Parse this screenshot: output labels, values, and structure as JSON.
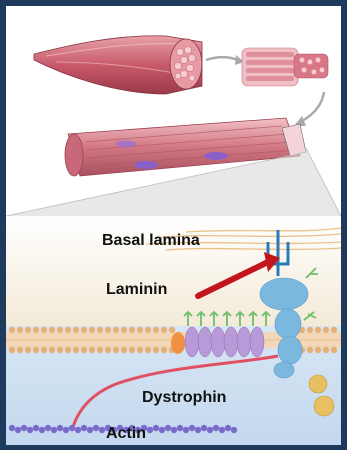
{
  "labels": {
    "basal_lamina": "Basal lamina",
    "laminin": "Laminin",
    "dystrophin": "Dystrophin",
    "actin": "Actin"
  },
  "colors": {
    "frame": "#1e3a5c",
    "muscle": "#c85a6a",
    "fiber": "#e8a0a8",
    "membrane_blue": "#a8c8e8",
    "dag_complex": "#7bb8e0",
    "lipid_heads": "#e8b070",
    "integral_protein": "#b89ad8",
    "sarcoglycan": "#6fbf6a",
    "dystrophin": "#e05060",
    "actin": "#7a6acc",
    "orange_protein": "#f09040",
    "gold_protein": "#e8c060",
    "arrow": "#c4141c"
  }
}
